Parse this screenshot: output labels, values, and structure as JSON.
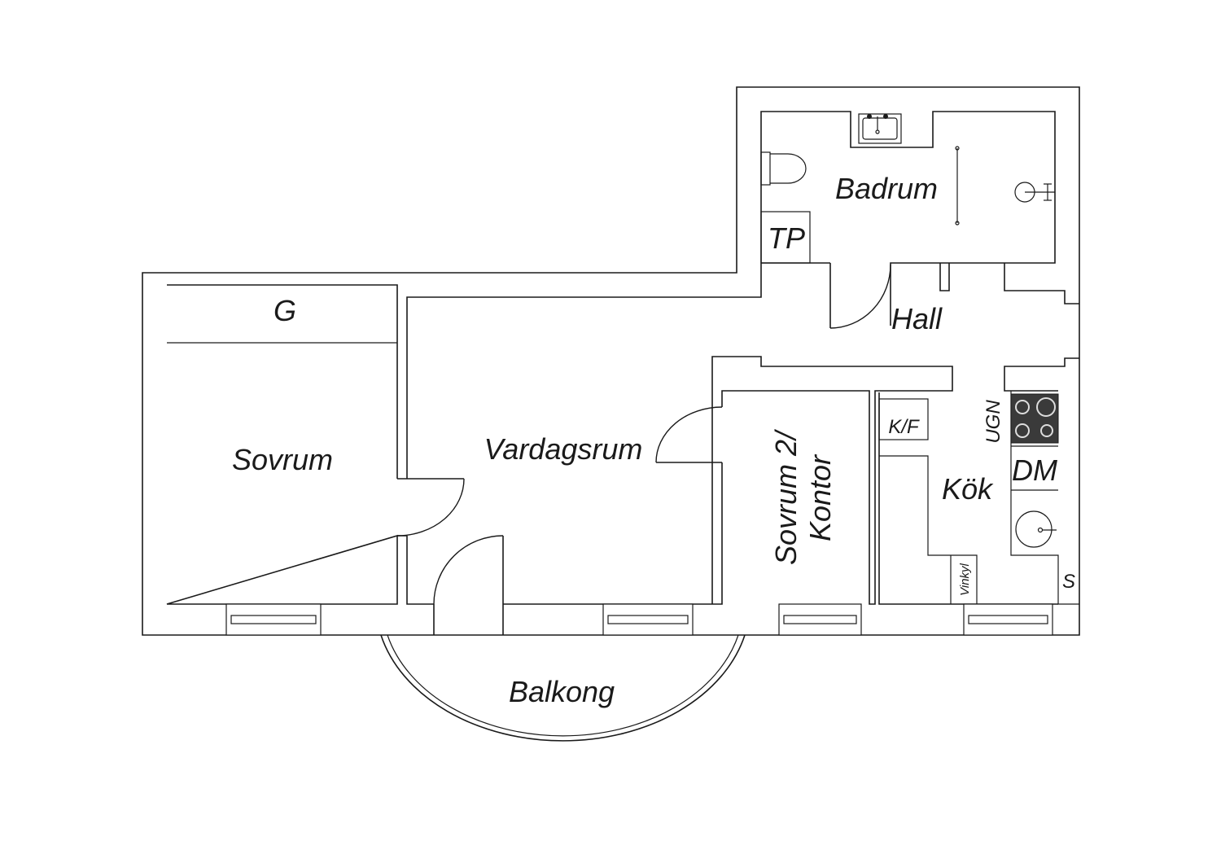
{
  "rooms": {
    "sovrum": "Sovrum",
    "vardagsrum": "Vardagsrum",
    "sovrum2_line1": "Sovrum 2/",
    "sovrum2_line2": "Kontor",
    "badrum": "Badrum",
    "hall": "Hall",
    "kok": "Kök",
    "balkong": "Balkong"
  },
  "fixtures": {
    "garderob": "G",
    "tp": "TP",
    "kf": "K/F",
    "ugn": "UGN",
    "dm": "DM",
    "vinkyl": "Vinkyl",
    "s": "S"
  },
  "icons": {
    "toilet": "toilet-icon",
    "sink": "sink-icon",
    "shower": "shower-icon",
    "stove": "stove-icon",
    "kitchen_sink": "kitchen-sink-icon"
  },
  "colors": {
    "line": "#1a1a1a",
    "background": "#ffffff",
    "stove": "#3a3a3a"
  }
}
